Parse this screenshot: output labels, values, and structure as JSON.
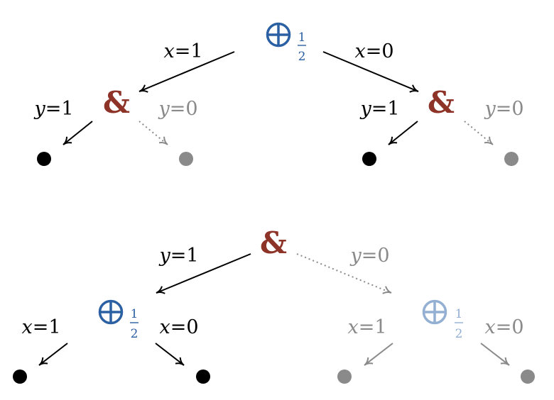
{
  "colors": {
    "dark": "#000000",
    "gray": "#8a8a8a",
    "amp": "#8e3327",
    "oplus": "#2b60a3",
    "oplus_faded": "#93afd2"
  },
  "symbols": {
    "and": "&",
    "oplus_icon": "circled-plus-icon",
    "fraction": {
      "numerator": "1",
      "denominator": "2"
    }
  },
  "labels": {
    "x1": {
      "var": "x",
      "value": "=1"
    },
    "x0": {
      "var": "x",
      "value": "=0"
    },
    "y1": {
      "var": "y",
      "value": "=1"
    },
    "y0": {
      "var": "y",
      "value": "=0"
    }
  },
  "top_tree": {
    "root": {
      "kind": "choice",
      "probability": "1/2",
      "faded": false
    },
    "left_branch": {
      "label": "x1",
      "style": "solid",
      "child": {
        "kind": "and",
        "left": {
          "label": "y1",
          "style": "solid",
          "leaf": "dark"
        },
        "right": {
          "label": "y0",
          "style": "dotted",
          "leaf": "gray"
        }
      }
    },
    "right_branch": {
      "label": "x0",
      "style": "solid",
      "child": {
        "kind": "and",
        "left": {
          "label": "y1",
          "style": "solid",
          "leaf": "dark"
        },
        "right": {
          "label": "y0",
          "style": "dotted",
          "leaf": "gray"
        }
      }
    }
  },
  "bottom_tree": {
    "root": {
      "kind": "and"
    },
    "left_branch": {
      "label": "y1",
      "style": "solid",
      "child": {
        "kind": "choice",
        "probability": "1/2",
        "faded": false,
        "left": {
          "label": "x1",
          "style": "solid",
          "leaf": "dark"
        },
        "right": {
          "label": "x0",
          "style": "solid",
          "leaf": "dark"
        }
      }
    },
    "right_branch": {
      "label": "y0",
      "style": "dotted",
      "child": {
        "kind": "choice",
        "probability": "1/2",
        "faded": true,
        "left": {
          "label": "x1",
          "style": "solid-gray",
          "leaf": "gray"
        },
        "right": {
          "label": "x0",
          "style": "solid-gray",
          "leaf": "gray"
        }
      }
    }
  }
}
